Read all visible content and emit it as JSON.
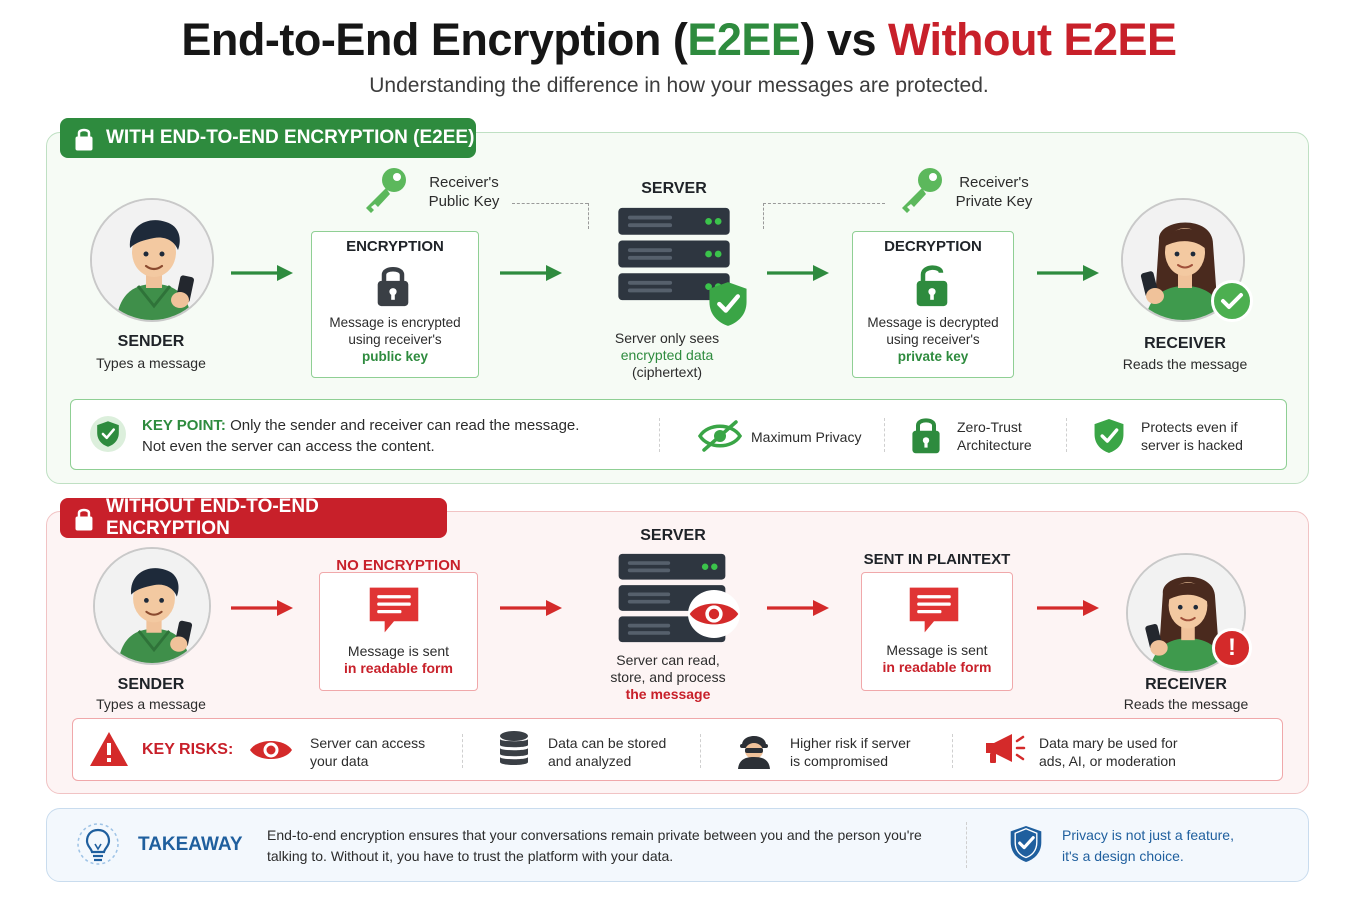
{
  "title": {
    "part1": "End-to-End Encryption (",
    "e2ee": "E2EE",
    "part2": ") vs ",
    "without": "Without E2EE"
  },
  "subtitle": "Understanding the difference in how your messages are protected.",
  "with": {
    "badge": "WITH END-TO-END ENCRYPTION (E2EE)",
    "sender_title": "SENDER",
    "sender_sub": "Types a message",
    "public_key_line1": "Receiver's",
    "public_key_line2": "Public Key",
    "encryption_title": "ENCRYPTION",
    "encryption_line1": "Message is encrypted",
    "encryption_line2": "using receiver's",
    "encryption_line3": "public key",
    "server_title": "SERVER",
    "server_line1": "Server only sees",
    "server_line2": "encrypted data",
    "server_line3": "(ciphertext)",
    "private_key_line1": "Receiver's",
    "private_key_line2": "Private Key",
    "decryption_title": "DECRYPTION",
    "decryption_line1": "Message is decrypted",
    "decryption_line2": "using receiver's",
    "decryption_line3": "private key",
    "receiver_title": "RECEIVER",
    "receiver_sub": "Reads the message",
    "key_point_label": "KEY POINT:",
    "key_point_line1": " Only the sender and receiver can read the message.",
    "key_point_line2": "Not even the server can access the content.",
    "feature1": "Maximum Privacy",
    "feature2_line1": "Zero-Trust",
    "feature2_line2": "Architecture",
    "feature3_line1": "Protects even if",
    "feature3_line2": "server is hacked"
  },
  "without": {
    "badge": "WITHOUT END-TO-END ENCRYPTION",
    "sender_title": "SENDER",
    "sender_sub": "Types a message",
    "no_enc_title": "NO ENCRYPTION",
    "no_enc_line1": "Message is sent",
    "no_enc_line2": "in readable form",
    "server_title": "SERVER",
    "server_line1": "Server can read,",
    "server_line2": "store, and process",
    "server_line3": "the message",
    "plain_title": "SENT IN PLAINTEXT",
    "plain_line1": "Message is sent",
    "plain_line2": "in readable form",
    "receiver_title": "RECEIVER",
    "receiver_sub": "Reads the message",
    "risks_label": "KEY RISKS:",
    "risk1_line1": "Server can access",
    "risk1_line2": "your data",
    "risk2_line1": "Data can be stored",
    "risk2_line2": "and analyzed",
    "risk3_line1": "Higher risk if server",
    "risk3_line2": "is compromised",
    "risk4_line1": "Data mary be used for",
    "risk4_line2": "ads, AI, or moderation"
  },
  "takeaway": {
    "label": "TAKEAWAY",
    "line1": "End-to-end encryption ensures that your conversations remain private between you and the person you're",
    "line2": "talking to. Without it, you have to trust the platform with your data.",
    "side_line1": "Privacy is not just a feature,",
    "side_line2": "it's a design choice."
  },
  "colors": {
    "green": "#2e8b3e",
    "red": "#c8202a",
    "blue": "#1f5f9e",
    "dark": "#3a3f45"
  },
  "icons": {
    "lock": "lock-icon",
    "key": "key-icon",
    "server": "server-icon",
    "shield": "shield-check-icon",
    "eye": "eye-icon",
    "eye_off": "eye-off-icon",
    "message": "message-icon",
    "warning": "warning-icon",
    "database": "database-icon",
    "hacker": "hacker-icon",
    "megaphone": "megaphone-icon",
    "bulb": "lightbulb-icon"
  }
}
